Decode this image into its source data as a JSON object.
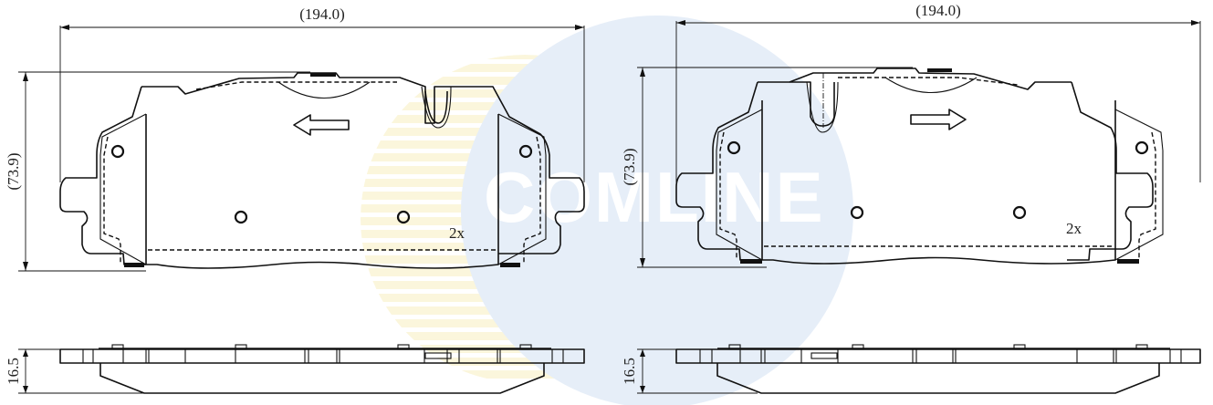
{
  "brand_watermark": {
    "text": "COMLINE",
    "circle_color": "#e6eef8",
    "crescent_color": "#fbf6dc",
    "stripe_color": "#ffffff"
  },
  "drawing_left": {
    "width_dim": "(194.0)",
    "height_dim": "(73.9)",
    "thickness_dim": "16.5",
    "quantity": "2x",
    "rotation_arrow": "left-arrow"
  },
  "drawing_right": {
    "width_dim": "(194.0)",
    "height_dim": "(73.9)",
    "thickness_dim": "16.5",
    "quantity": "2x",
    "rotation_arrow": "right-arrow"
  },
  "colors": {
    "line": "#111111",
    "text": "#222222",
    "background": "#ffffff"
  }
}
